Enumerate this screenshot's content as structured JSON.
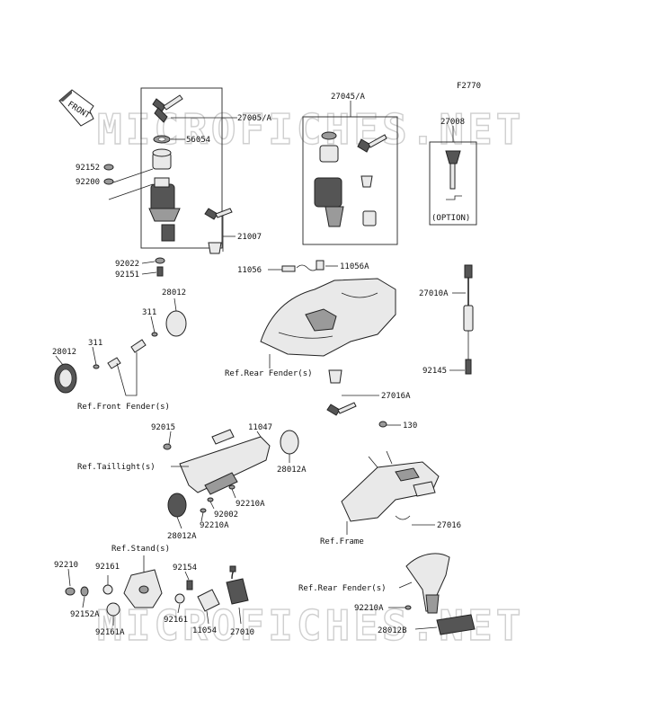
{
  "diagram_code": "F2770",
  "watermark": "MICROFICHES.NET",
  "front_arrow_label": "FRONT",
  "option_label": "(OPTION)",
  "parts": {
    "p27005A": "27005/A",
    "p56054": "56054",
    "p92152": "92152",
    "p92200": "92200",
    "p21007": "21007",
    "p92022": "92022",
    "p92151": "92151",
    "p27045A": "27045/A",
    "p27008": "27008",
    "p11056": "11056",
    "p11056A": "11056A",
    "p28012_top": "28012",
    "p311_top": "311",
    "p311_left": "311",
    "p28012_left": "28012",
    "p27010A": "27010A",
    "p92145": "92145",
    "p27016A": "27016A",
    "p130": "130",
    "p92015": "92015",
    "p11047": "11047",
    "p28012A_right": "28012A",
    "p92210A_mid": "92210A",
    "p92002": "92002",
    "p92210A_low": "92210A",
    "p28012A_low": "28012A",
    "p27016": "27016",
    "p92210": "92210",
    "p92161_a": "92161",
    "p92154": "92154",
    "p92152A": "92152A",
    "p92161_b": "92161",
    "p11054": "11054",
    "p27010": "27010",
    "p92161A": "92161A",
    "p92210A_bot": "92210A",
    "p28012B": "28012B"
  },
  "refs": {
    "rear_fender_mid": "Ref.Rear Fender(s)",
    "front_fender": "Ref.Front Fender(s)",
    "taillight": "Ref.Taillight(s)",
    "frame": "Ref.Frame",
    "stand": "Ref.Stand(s)",
    "rear_fender_bot": "Ref.Rear Fender(s)"
  }
}
